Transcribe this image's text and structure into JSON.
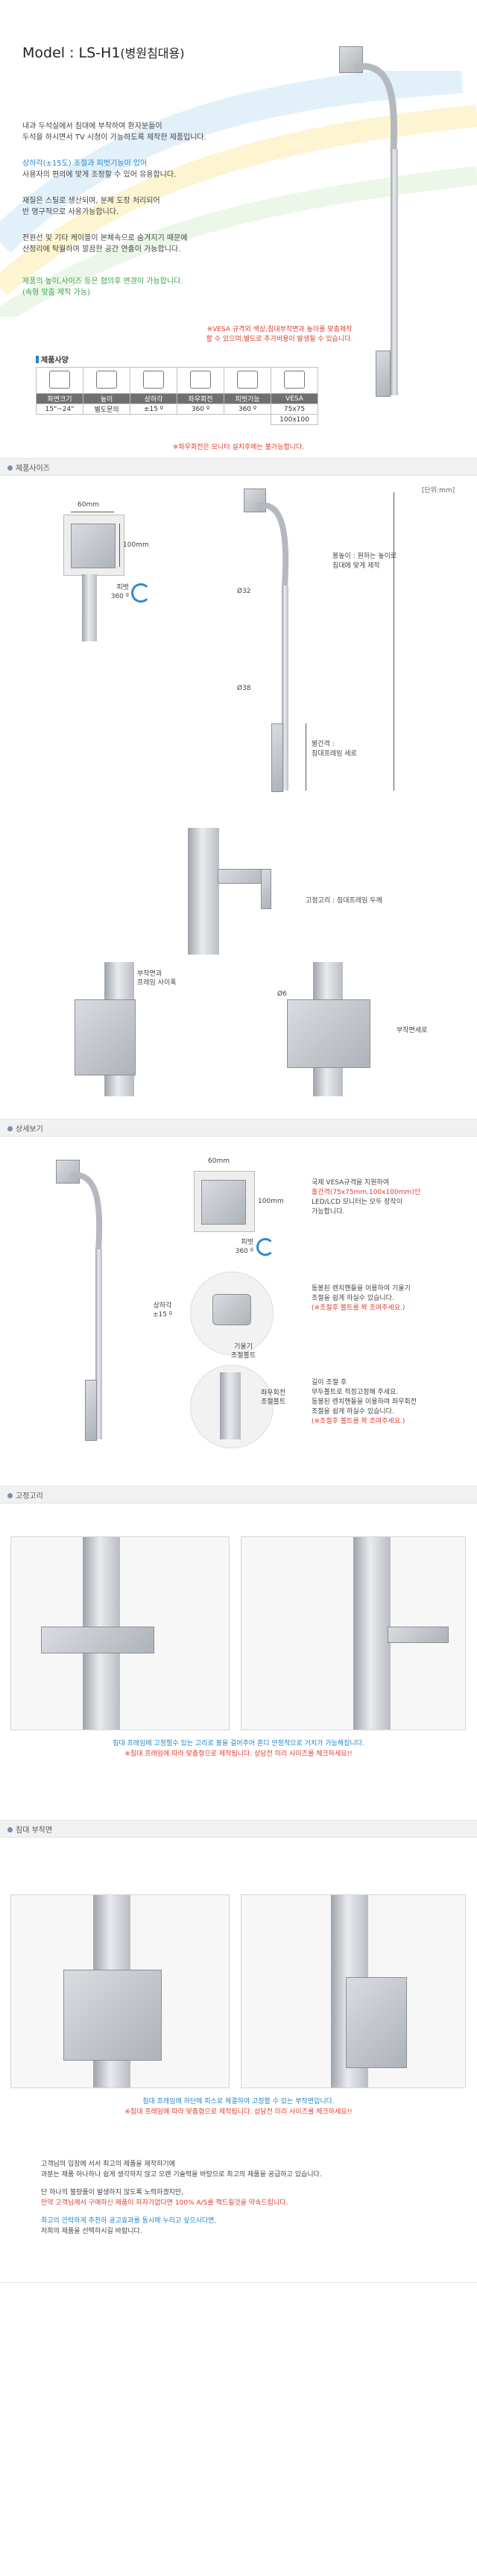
{
  "model": {
    "prefix": "Model : LS-H1",
    "suffix": "(병원침대용)"
  },
  "intro": {
    "p1": [
      "내과 두석실에서 침대에 부착하여 환자분들이",
      "두석을 하시면서 TV 시청이 가능하도록 제작한 제품입니다."
    ],
    "p2": [
      "상하각(±15도) 조절과 피벗기능이 있어",
      "사용자의 편의에 맞게 조정할 수 있어 유용합니다."
    ],
    "p3": [
      "재질은 스틸로 생산되며, 분체 도장 처리되어",
      "반 영구적으로 사용가능합니다."
    ],
    "p4": [
      "전원선 및 기타 케이블이 본체속으로 숨겨지기 때문에",
      "산정리에 탁월하며 깔끔한 공간 연출이 가능합니다."
    ],
    "p5": [
      "제품의 높이,사이즈 등은 협의후 변경이 가능합니다.",
      "(속형 맞춤 제작 가능)"
    ]
  },
  "vesa_note": [
    "※VESA 규격외 색상,침대부착면과 높이를 맞춤제작",
    "할 수 있으며,별도로 추가비용이 발생될 수 있습니다."
  ],
  "spec": {
    "title": "제품사양",
    "headers": [
      "화면크기",
      "높이",
      "상하각",
      "좌우회전",
      "피벗기능",
      "VESA"
    ],
    "values": [
      "15\"~24\"",
      "별도문의",
      "±15 º",
      "360 º",
      "360 º",
      "75x75"
    ],
    "extra": "100x100",
    "note": "※좌우회전은 모니터 설치후에는 불가능합니다."
  },
  "sections": {
    "size": "제품사이즈",
    "detail": "상세보기",
    "hook": "고정고리",
    "mount": "침대 부착면"
  },
  "size_diagram": {
    "unit": "[단위:mm]",
    "w60": "60mm",
    "h100": "100mm",
    "pivot": [
      "피벗",
      "360 º"
    ],
    "d32": "Ø32",
    "d38": "Ø38",
    "height_note": [
      "봉높이 : 원하는 높이로",
      "침대에 맞게 제작"
    ],
    "gap_note": [
      "봉간격 :",
      "침대프레임 세로"
    ],
    "hook_note": "고정고리 : 침대프레임 두께",
    "frame_note": [
      "부착면과",
      "프레임 사이폭"
    ],
    "d6": "Ø6",
    "mount_note": "부착면세로"
  },
  "detail": {
    "w60": "60mm",
    "h100": "100mm",
    "pivot": [
      "피벗",
      "360 º"
    ],
    "vesa": [
      "국제 VESA규격을 지원하여",
      "홀간격(75x75mm,100x100mm)인",
      "LED/LCD 모니터는 모두 장착이",
      "가능합니다."
    ],
    "tilt_label": [
      "상하각",
      "±15 º"
    ],
    "tilt_bolt": [
      "기울기",
      "조절볼트"
    ],
    "tilt_note": [
      "동봉된 렌치핸들을 이용하여 기울기",
      "조절을 쉽게 하실수 있습니다.",
      "(※조절후 볼트를 꽉 조여주세요.)"
    ],
    "rot_label": [
      "좌우회전",
      "조절볼트"
    ],
    "height_note": [
      "길이 조절 후",
      "무두볼트로 적정고정해 주세요.",
      "동봉된 렌치핸들을 이용하여 좌우회전",
      "조절을 쉽게 하실수 있습니다.",
      "(※조절후 볼트를 꽉 조여주세요.)"
    ]
  },
  "hook": {
    "desc": "침대 프레임에 고정할수 있는 고리로 봉을 걸어주어 흔디 안정적으로 거치가 가능해집니다.",
    "note": "※침대 프레임에 따라 맞춤형으로 제작됩니다. 상담전 미리 사이즈를 체크하세요!!"
  },
  "mount": {
    "desc": "침대 프레임에 하단에 피스로 체결하여 고정할 수 있는 부착면입니다.",
    "note": "※침대 프레임에 따라 맞춤형으로 제작됩니다. 상담전 미리 사이즈를 체크하세요!!"
  },
  "outro": {
    "l1": "고객님의 입장에 서서 최고의 제품을 제작하기에",
    "l2": "과분는 제품 하나하나 쉽게 생각하지 않고 오랜 기술력을 바탕으로 최고의 제품을 공급하고 있습니다.",
    "l3": "단 하나의 불량품이 발생하지 않도록 노력하겠지만,",
    "l4": "만약 고객님께서 구매하신 제품이 하자가없다면 100% A/S를 책드릴것을 약속드립니다.",
    "l5": "최고의 안락하게 추천하 공고효과를 동시에 누리고 싶으시다면,",
    "l6": "저희의 제품을 선택하시길 바랍니다."
  },
  "colors": {
    "accent_red": "#e23b2e",
    "accent_blue": "#1f86c8",
    "accent_green": "#3aa64a"
  }
}
